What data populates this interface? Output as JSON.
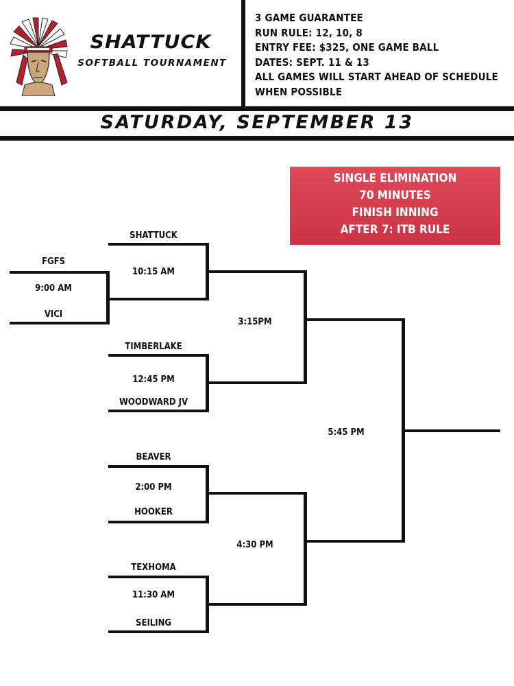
{
  "header": {
    "title": "SHATTUCK",
    "subtitle": "SOFTBALL TOURNAMENT",
    "info_lines": [
      "3 GAME GUARANTEE",
      "RUN RULE: 12, 10, 8",
      "ENTRY FEE: $325, ONE GAME BALL",
      "DATES: SEPT. 11 & 13",
      "ALL GAMES WILL START AHEAD OF SCHEDULE",
      "WHEN POSSIBLE"
    ]
  },
  "day_title": "SATURDAY, SEPTEMBER 13",
  "rules_box": {
    "lines": [
      "SINGLE ELIMINATION",
      "70 MINUTES",
      "FINISH INNING",
      "AFTER 7: ITB RULE"
    ],
    "color": "#d43f4f"
  },
  "bracket": {
    "play_in": {
      "team_top": "FGFS",
      "time": "9:00 AM",
      "team_bottom": "VICI"
    },
    "round1": [
      {
        "team_top": "SHATTUCK",
        "time": "10:15 AM",
        "team_bottom": ""
      },
      {
        "team_top": "TIMBERLAKE",
        "time": "12:45 PM",
        "team_bottom": "WOODWARD JV"
      },
      {
        "team_top": "BEAVER",
        "time": "2:00 PM",
        "team_bottom": "HOOKER"
      },
      {
        "team_top": "TEXHOMA",
        "time": "11:30 AM",
        "team_bottom": "SEILING"
      }
    ],
    "semifinals": [
      "3:15PM",
      "4:30 PM"
    ],
    "final": "5:45 PM"
  }
}
